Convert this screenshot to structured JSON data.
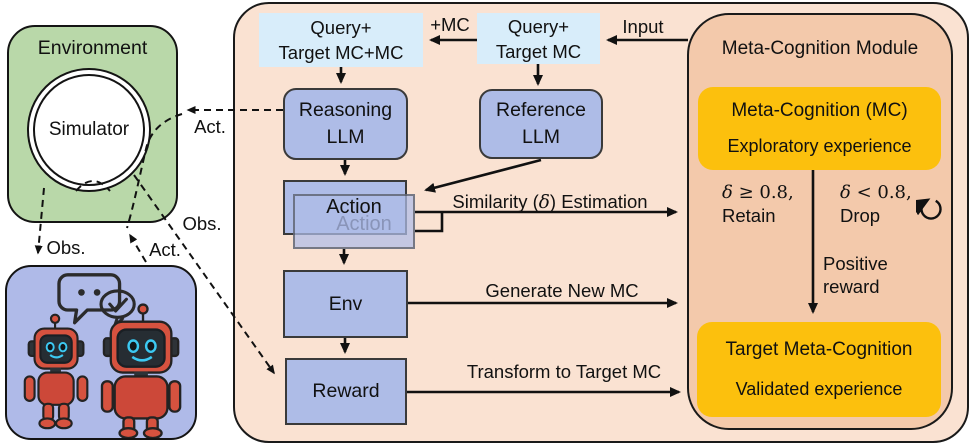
{
  "diagram": {
    "environment": {
      "title": "Environment",
      "simulator": "Simulator"
    },
    "agent_labels": {
      "act_to_env": "Act.",
      "obs_to_reward": "Obs.",
      "obs_to_agent": "Obs.",
      "act_from_agent": "Act."
    },
    "top_flow": {
      "query_target_mc_mc": {
        "line1": "Query+",
        "line2": "Target MC+MC"
      },
      "plus_mc": "+MC",
      "query_target_mc": {
        "line1": "Query+",
        "line2": "Target MC"
      },
      "input": "Input"
    },
    "boxes": {
      "reasoning_llm": {
        "line1": "Reasoning",
        "line2": "LLM"
      },
      "reference_llm": {
        "line1": "Reference",
        "line2": "LLM"
      },
      "action_front": "Action",
      "action_back": "Action",
      "env": "Env",
      "reward": "Reward"
    },
    "arrows": {
      "similarity": {
        "pre": "Similarity (",
        "delta": "δ",
        "post": ") Estimation"
      },
      "generate": "Generate New MC",
      "transform": "Transform to Target MC"
    },
    "module": {
      "title": "Meta-Cognition Module",
      "mc_box": {
        "title": "Meta-Cognition (MC)",
        "subtitle": "Exploratory experience"
      },
      "retain": {
        "delta": "δ",
        "cond": " ≥ 0.8,",
        "action": "Retain"
      },
      "drop": {
        "delta": "δ",
        "cond": " < 0.8,",
        "action": "Drop"
      },
      "positive_reward": {
        "line1": "Positive",
        "line2": "reward"
      },
      "target_box": {
        "title": "Target Meta-Cognition",
        "subtitle": "Validated experience"
      }
    },
    "colors": {
      "outer_bg": "#fae2d2",
      "module_bg": "#f3c9ab",
      "gold": "#fcc00d",
      "green": "#b9d8a9",
      "blue_box": "#aebce7",
      "light_blue": "#d8edfa",
      "agent_bg": "#afbae8"
    }
  }
}
